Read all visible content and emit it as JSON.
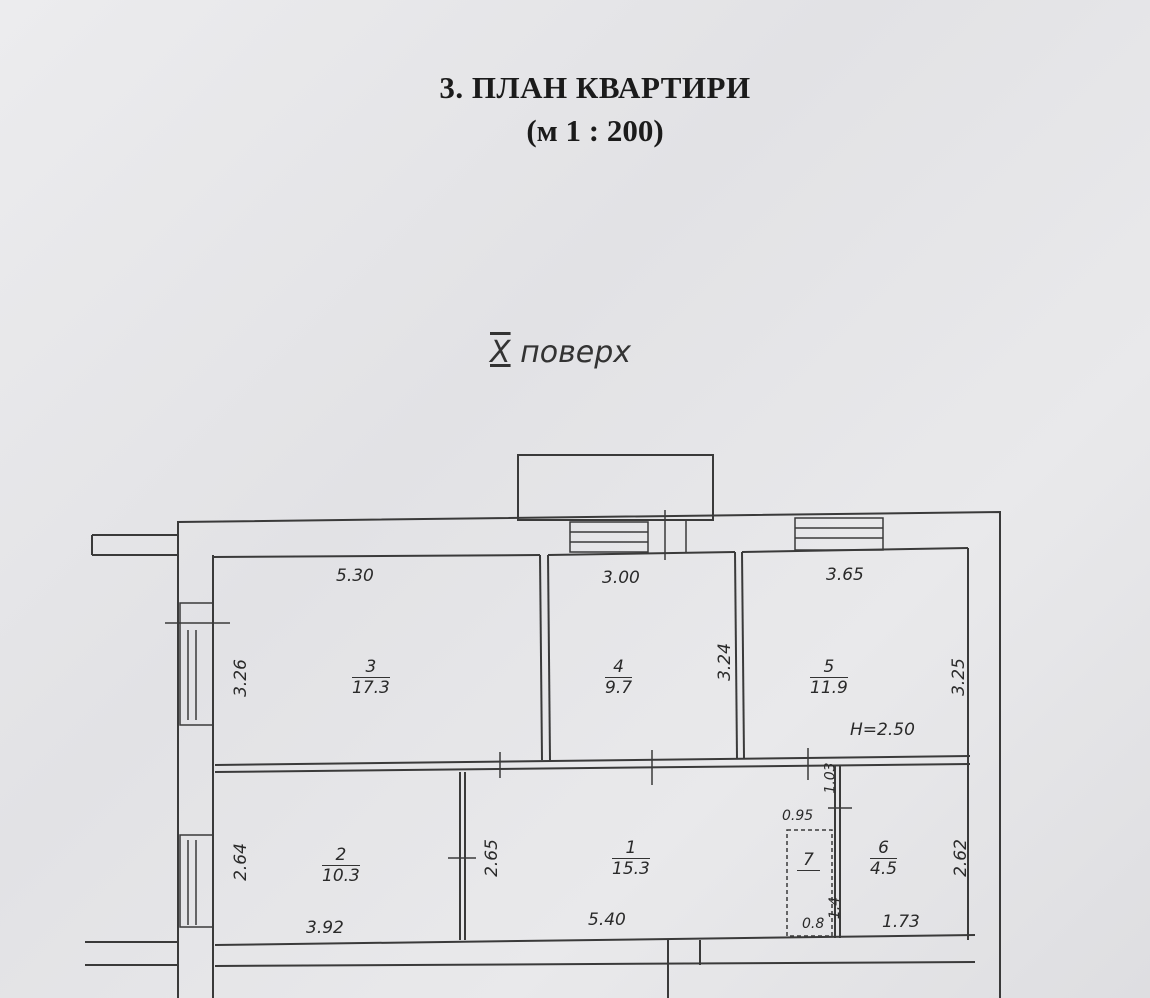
{
  "title": "3. ПЛАН КВАРТИРИ",
  "scale": "(м 1 : 200)",
  "floor_label": {
    "number": "X",
    "text": "поверх"
  },
  "ceiling_height": "H=2.50",
  "rooms": [
    {
      "number": "1",
      "area": "15.3"
    },
    {
      "number": "2",
      "area": "10.3"
    },
    {
      "number": "3",
      "area": "17.3"
    },
    {
      "number": "4",
      "area": "9.7"
    },
    {
      "number": "5",
      "area": "11.9"
    },
    {
      "number": "6",
      "area": "4.5"
    },
    {
      "number": "7",
      "area": ""
    }
  ],
  "dimensions": {
    "room3_width": "5.30",
    "room3_depth": "3.26",
    "room4_width": "3.00",
    "room4_depth": "3.24",
    "room5_width": "3.65",
    "room5_depth": "3.25",
    "room2_width": "3.92",
    "room2_depth": "2.64",
    "room1_width": "5.40",
    "room1_depth": "2.65",
    "room7_width_top": "0.95",
    "room7_depth_top": "1.03",
    "room7_width_bottom": "0.8",
    "room7_depth_bottom": "1.4",
    "room6_width": "1.73",
    "room6_depth": "2.62"
  },
  "colors": {
    "ink": "#2a2a2a",
    "paper": "#e6e6e8"
  }
}
